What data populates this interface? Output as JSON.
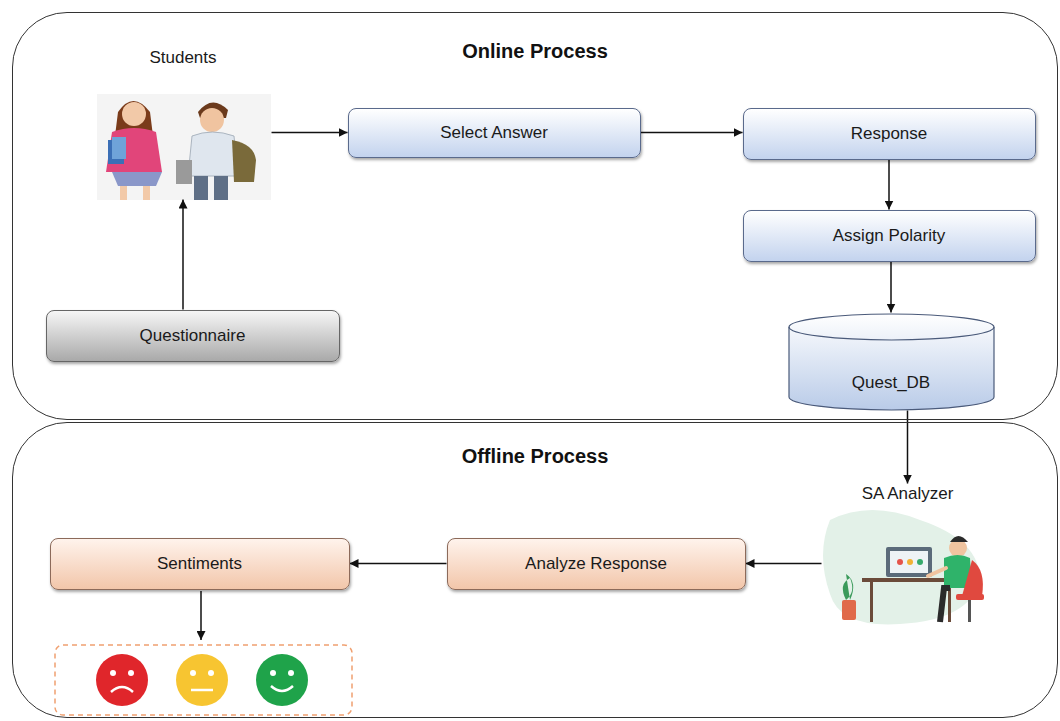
{
  "diagram": {
    "nodes": [
      {
        "text": [
          "Online Process"
        ]
      },
      {
        "text": [
          "Students"
        ],
        "in": 0
      },
      {
        "text": [
          "Select Answer"
        ],
        "in": 0
      },
      {
        "text": [
          "Response"
        ],
        "in": 0
      },
      {
        "text": [
          "Assign Polarity"
        ],
        "in": 0
      },
      {
        "text": [
          "Questionnaire"
        ],
        "in": 0
      },
      {
        "text": [
          "Quest_DB"
        ],
        "in": 0
      },
      {
        "text": [
          "Offline Process"
        ]
      },
      {
        "text": [
          "SA Analyzer"
        ],
        "in": 7
      },
      {
        "text": [
          "Analyze Response"
        ],
        "in": 7
      },
      {
        "text": [
          "Sentiments"
        ],
        "in": 7
      }
    ],
    "edges": [
      {
        "from": 1,
        "to": 2,
        "arrow": "to"
      },
      {
        "from": 2,
        "to": 3,
        "arrow": "to"
      },
      {
        "from": 3,
        "to": 4,
        "arrow": "to"
      },
      {
        "from": 4,
        "to": 6,
        "arrow": "to"
      },
      {
        "from": 5,
        "to": 1,
        "arrow": "to"
      },
      {
        "from": 6,
        "to": 8,
        "arrow": "to"
      },
      {
        "from": 8,
        "to": 9,
        "arrow": "to"
      },
      {
        "from": 9,
        "to": 10,
        "arrow": "to"
      }
    ]
  }
}
